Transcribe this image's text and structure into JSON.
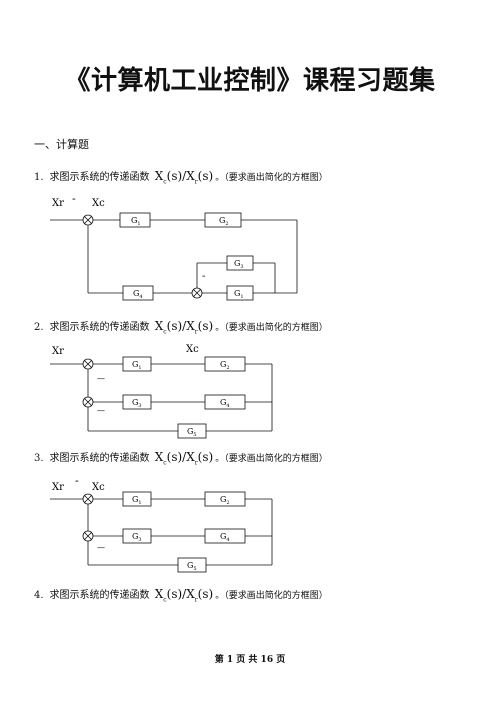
{
  "doc": {
    "title": "《计算机工业控制》课程习题集",
    "section": "一、计算题",
    "footer": "第 1 页 共 16 页"
  },
  "questions": [
    {
      "num": "1.",
      "text": "求图示系统的传递函数",
      "formula_num": "X",
      "formula_num_sub": "c",
      "formula_mid": "(s)/",
      "formula_den": "X",
      "formula_den_sub": "r",
      "formula_end": "(s)",
      "req": "。（要求画出简化的方框图）"
    },
    {
      "num": "2.",
      "text": "求图示系统的传递函数",
      "formula_num": "X",
      "formula_num_sub": "c",
      "formula_mid": "(s)/",
      "formula_den": "X",
      "formula_den_sub": "r",
      "formula_end": "(s)",
      "req": "。（要求画出简化的方框图）"
    },
    {
      "num": "3.",
      "text": "求图示系统的传递函数",
      "formula_num": "X",
      "formula_num_sub": "c",
      "formula_mid": "(s)/",
      "formula_den": "X",
      "formula_den_sub": "r",
      "formula_end": "(s)",
      "req": "。（要求画出简化的方框图）"
    },
    {
      "num": "4.",
      "text": "求图示系统的传递函数",
      "formula_num": "X",
      "formula_num_sub": "c",
      "formula_mid": "(s)/",
      "formula_den": "X",
      "formula_den_sub": "r",
      "formula_end": "(s)",
      "req": "。（要求画出简化的方框图）"
    }
  ],
  "diagram1": {
    "input": "Xr",
    "output": "Xc",
    "minus": "-",
    "minus2": "-",
    "blocks": {
      "g1": "G",
      "g1_sub": "1",
      "g2": "G",
      "g2_sub": "2",
      "g3": "G",
      "g3_sub": "3",
      "g4": "G",
      "g4_sub": "4",
      "g5": "G",
      "g5_sub": "1"
    }
  },
  "diagram2": {
    "input": "Xr",
    "output": "Xc",
    "minus1": "—",
    "minus2": "—",
    "blocks": {
      "g1": "G",
      "g1_sub": "1",
      "g2": "G",
      "g2_sub": "2",
      "g3": "G",
      "g3_sub": "3",
      "g4": "G",
      "g4_sub": "4",
      "g5": "G",
      "g5_sub": "5"
    }
  },
  "diagram3": {
    "input": "Xr",
    "output": "Xc",
    "minus": "-",
    "minus2": "—",
    "blocks": {
      "g1": "G",
      "g1_sub": "1",
      "g2": "G",
      "g2_sub": "2",
      "g3": "G",
      "g3_sub": "3",
      "g4": "G",
      "g4_sub": "4",
      "g5": "G",
      "g5_sub": "5"
    }
  }
}
